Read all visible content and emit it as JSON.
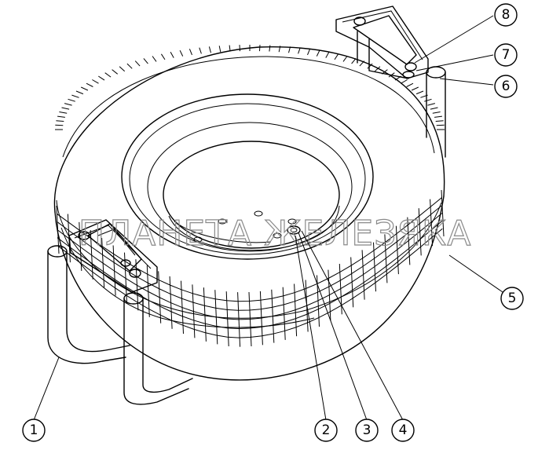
{
  "watermark": "ПЛАНЕТА ЖЕЛЕЗЯКА",
  "callouts": [
    {
      "label": "1"
    },
    {
      "label": "2"
    },
    {
      "label": "3"
    },
    {
      "label": "4"
    },
    {
      "label": "5"
    },
    {
      "label": "6"
    },
    {
      "label": "7"
    },
    {
      "label": "8"
    }
  ]
}
